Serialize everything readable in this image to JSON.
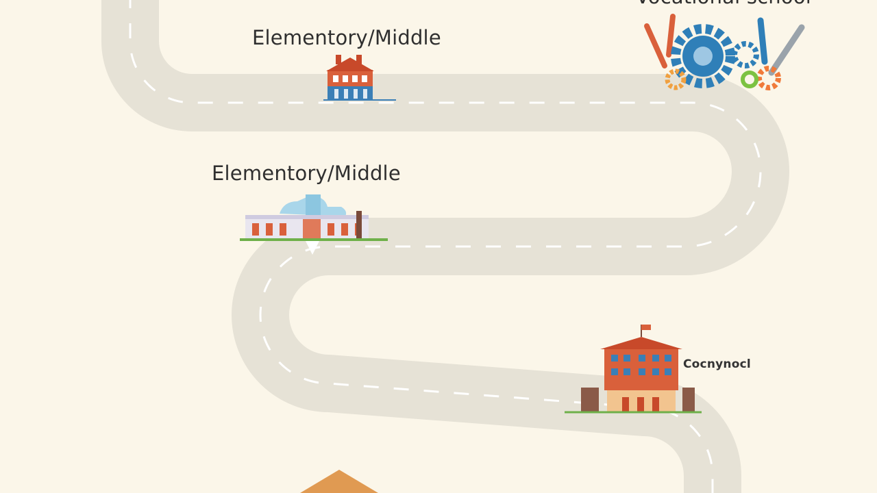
{
  "stops": [
    {
      "label": "Elementory/Middle",
      "icon": "small-school-house-icon"
    },
    {
      "label": "Elementory/Middle",
      "icon": "campus-building-icon"
    },
    {
      "label": "Vocational school",
      "icon": "tools-and-gears-icon"
    },
    {
      "label": "Cocnynocl",
      "icon": "high-school-building-icon"
    }
  ],
  "colors": {
    "background": "#fbf6e9",
    "road": "#e6e2d6",
    "road_dash": "#ffffff",
    "brick": "#d9603b",
    "roof": "#c8492a",
    "window": "#3b7fb6",
    "gear_blue": "#2f7fb8",
    "gear_orange": "#f07a3a",
    "gear_green": "#7cc242"
  }
}
